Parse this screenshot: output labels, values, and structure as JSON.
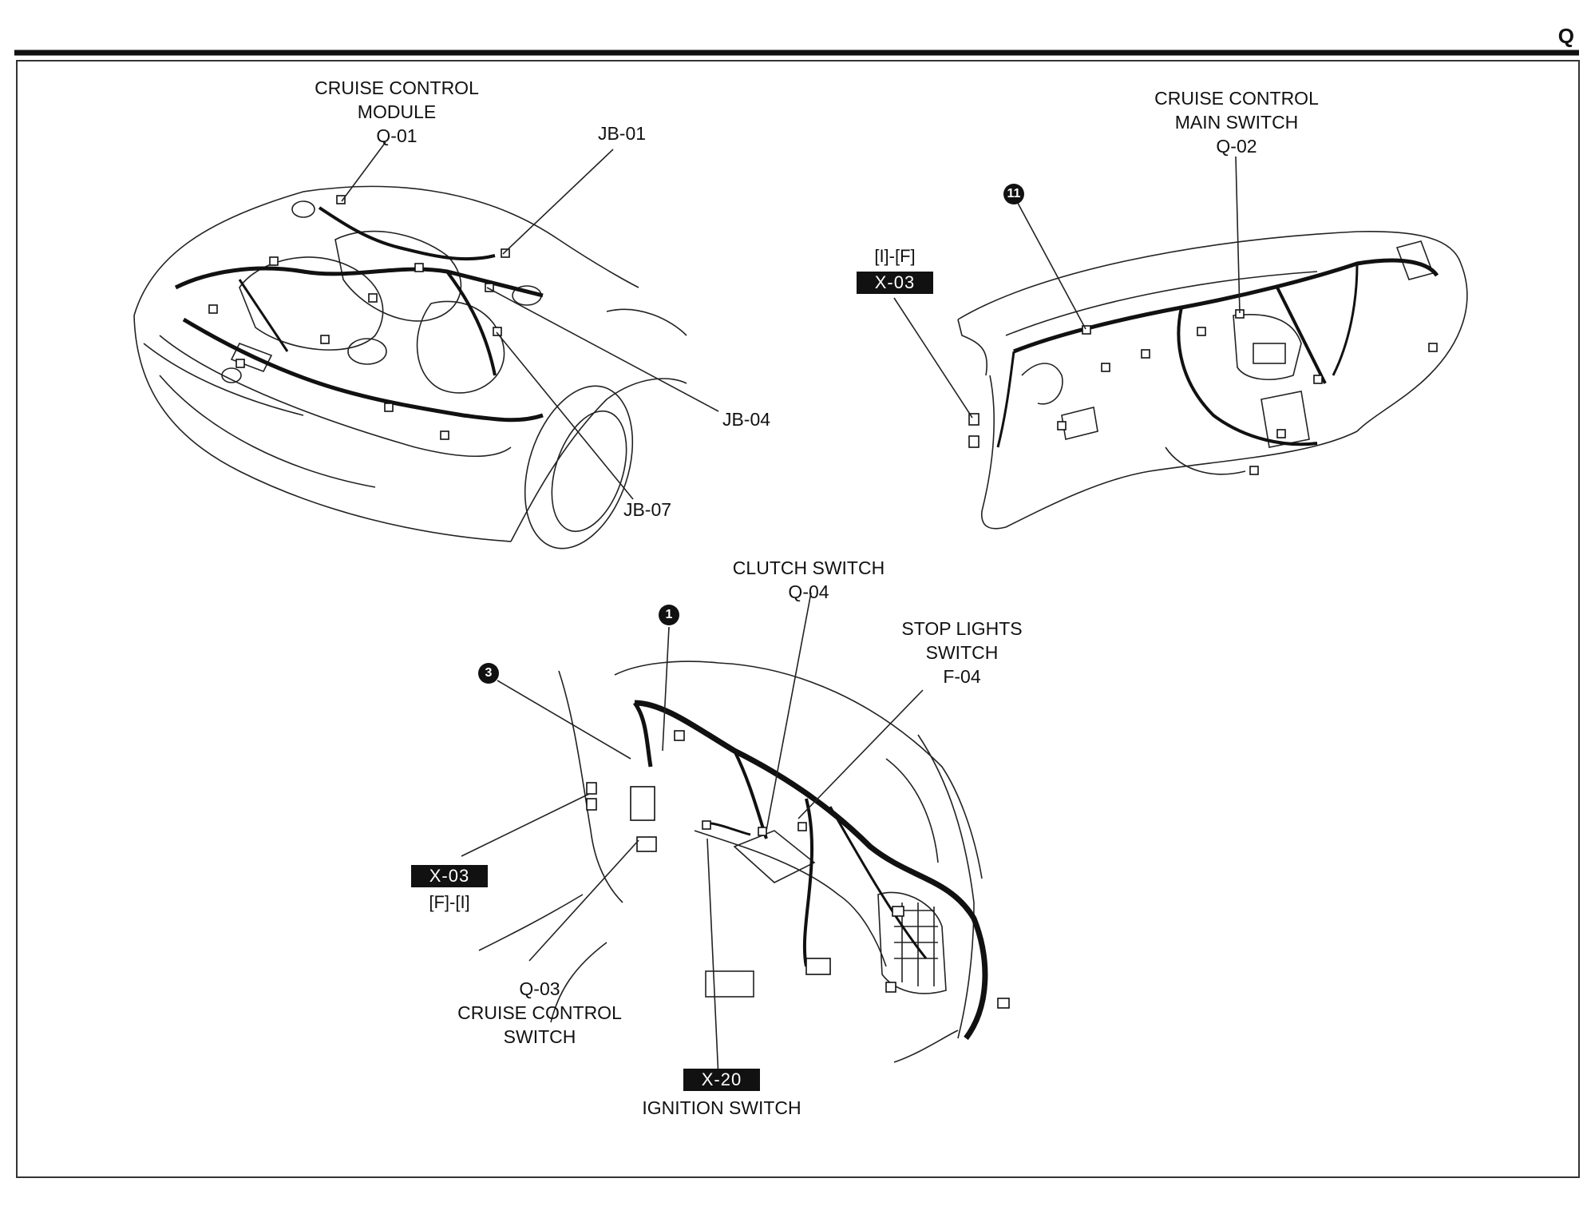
{
  "page": {
    "section_letter": "Q"
  },
  "engine_bay": {
    "module_title": [
      "CRUISE CONTROL",
      "MODULE",
      "Q-01"
    ],
    "jb01": "JB-01",
    "jb04": "JB-04",
    "jb07": "JB-07"
  },
  "dashboard": {
    "main_switch_title": [
      "CRUISE CONTROL",
      "MAIN SWITCH",
      "Q-02"
    ],
    "connector_route": "[I]-[F]",
    "connector_code": "X-03",
    "ground_number": "11"
  },
  "footwell": {
    "clutch_switch": [
      "CLUTCH SWITCH",
      "Q-04"
    ],
    "stop_lights_switch": [
      "STOP LIGHTS",
      "SWITCH",
      "F-04"
    ],
    "connector_code": "X-03",
    "connector_route": "[F]-[I]",
    "cruise_switch": [
      "Q-03",
      "CRUISE CONTROL",
      "SWITCH"
    ],
    "ignition_code": "X-20",
    "ignition_label": "IGNITION SWITCH",
    "ground_number_a": "1",
    "ground_number_b": "3"
  }
}
